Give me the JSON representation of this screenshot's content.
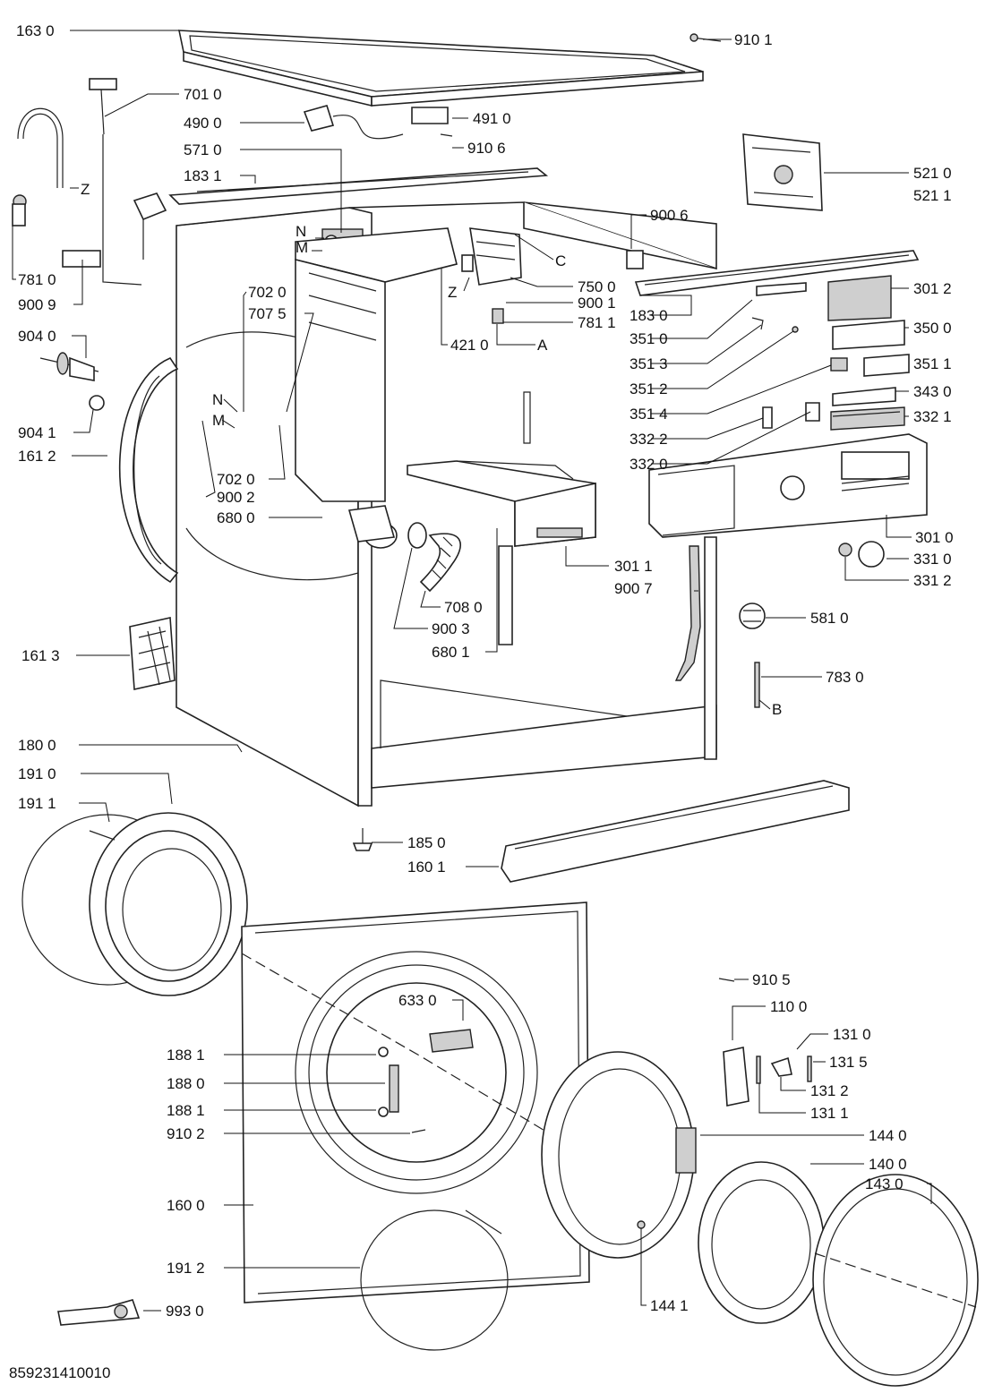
{
  "footer": {
    "doc_number": "859231410010"
  },
  "callouts": [
    {
      "id": "c1",
      "text": "163 0"
    },
    {
      "id": "c2",
      "text": "910 1"
    },
    {
      "id": "c3",
      "text": "701 0"
    },
    {
      "id": "c4",
      "text": "490 0"
    },
    {
      "id": "c5",
      "text": "491 0"
    },
    {
      "id": "c6",
      "text": "571 0"
    },
    {
      "id": "c7",
      "text": "910 6"
    },
    {
      "id": "c8",
      "text": "183 1"
    },
    {
      "id": "c9",
      "text": "521 0"
    },
    {
      "id": "c10",
      "text": "521 1"
    },
    {
      "id": "c11",
      "text": "Z"
    },
    {
      "id": "c12",
      "text": "900 6"
    },
    {
      "id": "c13",
      "text": "N"
    },
    {
      "id": "c14",
      "text": "M"
    },
    {
      "id": "c15",
      "text": "C"
    },
    {
      "id": "c16",
      "text": "781 0"
    },
    {
      "id": "c17",
      "text": "750 0"
    },
    {
      "id": "c18",
      "text": "Z"
    },
    {
      "id": "c19",
      "text": "900 1"
    },
    {
      "id": "c20",
      "text": "183 0"
    },
    {
      "id": "c21",
      "text": "301 2"
    },
    {
      "id": "c22",
      "text": "900 9"
    },
    {
      "id": "c23",
      "text": "702 0"
    },
    {
      "id": "c24",
      "text": "707 5"
    },
    {
      "id": "c25",
      "text": "781 1"
    },
    {
      "id": "c26",
      "text": "904 0"
    },
    {
      "id": "c27",
      "text": "421 0"
    },
    {
      "id": "c28",
      "text": "A"
    },
    {
      "id": "c29",
      "text": "351 0"
    },
    {
      "id": "c30",
      "text": "350 0"
    },
    {
      "id": "c31",
      "text": "351 3"
    },
    {
      "id": "c32",
      "text": "351 1"
    },
    {
      "id": "c33",
      "text": "351 2"
    },
    {
      "id": "c34",
      "text": "343 0"
    },
    {
      "id": "c35",
      "text": "N"
    },
    {
      "id": "c36",
      "text": "904 1"
    },
    {
      "id": "c37",
      "text": "351 4"
    },
    {
      "id": "c38",
      "text": "M"
    },
    {
      "id": "c39",
      "text": "332 2"
    },
    {
      "id": "c40",
      "text": "332 1"
    },
    {
      "id": "c41",
      "text": "161 2"
    },
    {
      "id": "c42",
      "text": "332 0"
    },
    {
      "id": "c43",
      "text": "702 0"
    },
    {
      "id": "c44",
      "text": "900 2"
    },
    {
      "id": "c45",
      "text": "680 0"
    },
    {
      "id": "c46",
      "text": "301 0"
    },
    {
      "id": "c47",
      "text": "301 1"
    },
    {
      "id": "c48",
      "text": "331 0"
    },
    {
      "id": "c49",
      "text": "900 7"
    },
    {
      "id": "c50",
      "text": "331 2"
    },
    {
      "id": "c51",
      "text": "708 0"
    },
    {
      "id": "c52",
      "text": "581 0"
    },
    {
      "id": "c53",
      "text": "900 3"
    },
    {
      "id": "c54",
      "text": "680 1"
    },
    {
      "id": "c55",
      "text": "161 3"
    },
    {
      "id": "c56",
      "text": "783 0"
    },
    {
      "id": "c57",
      "text": "B"
    },
    {
      "id": "c58",
      "text": "180 0"
    },
    {
      "id": "c59",
      "text": "191 0"
    },
    {
      "id": "c60",
      "text": "191 1"
    },
    {
      "id": "c61",
      "text": "185 0"
    },
    {
      "id": "c62",
      "text": "160 1"
    },
    {
      "id": "c63",
      "text": "910 5"
    },
    {
      "id": "c64",
      "text": "633 0"
    },
    {
      "id": "c65",
      "text": "110 0"
    },
    {
      "id": "c66",
      "text": "131 0"
    },
    {
      "id": "c67",
      "text": "188 1"
    },
    {
      "id": "c68",
      "text": "131 5"
    },
    {
      "id": "c69",
      "text": "188 0"
    },
    {
      "id": "c70",
      "text": "131 2"
    },
    {
      "id": "c71",
      "text": "131 1"
    },
    {
      "id": "c72",
      "text": "188 1"
    },
    {
      "id": "c73",
      "text": "910 2"
    },
    {
      "id": "c74",
      "text": "144 0"
    },
    {
      "id": "c75",
      "text": "140 0"
    },
    {
      "id": "c76",
      "text": "143 0"
    },
    {
      "id": "c77",
      "text": "160 0"
    },
    {
      "id": "c78",
      "text": "191 2"
    },
    {
      "id": "c79",
      "text": "993 0"
    },
    {
      "id": "c80",
      "text": "144 1"
    }
  ]
}
